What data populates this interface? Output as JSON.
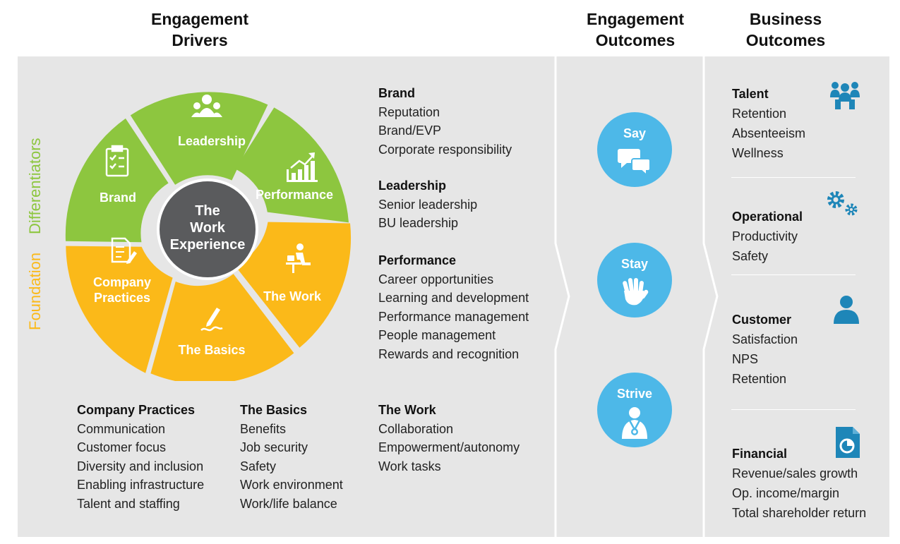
{
  "headers": {
    "drivers": [
      "Engagement",
      "Drivers"
    ],
    "engagement_outcomes": [
      "Engagement",
      "Outcomes"
    ],
    "business_outcomes": [
      "Business",
      "Outcomes"
    ]
  },
  "side_labels": {
    "differentiators": "Differentiators",
    "foundation": "Foundation"
  },
  "wheel": {
    "center": [
      "The",
      "Work",
      "Experience"
    ],
    "segments": {
      "leadership": "Leadership",
      "performance": "Performance",
      "brand": "Brand",
      "the_work": "The Work",
      "the_basics": "The Basics",
      "company_practices": [
        "Company",
        "Practices"
      ]
    },
    "colors": {
      "differentiators": "#8dc63f",
      "foundation": "#fbb919",
      "center": "#5a5b5d"
    }
  },
  "drivers": {
    "brand": {
      "title": "Brand",
      "items": [
        "Reputation",
        "Brand/EVP",
        "Corporate responsibility"
      ]
    },
    "leadership": {
      "title": "Leadership",
      "items": [
        "Senior leadership",
        "BU leadership"
      ]
    },
    "performance": {
      "title": "Performance",
      "items": [
        "Career opportunities",
        "Learning and development",
        "Performance management",
        "People management",
        "Rewards and recognition"
      ]
    },
    "company_practices": {
      "title": "Company Practices",
      "items": [
        "Communication",
        "Customer focus",
        "Diversity and inclusion",
        "Enabling infrastructure",
        "Talent and staffing"
      ]
    },
    "the_basics": {
      "title": "The Basics",
      "items": [
        "Benefits",
        "Job security",
        "Safety",
        "Work environment",
        "Work/life balance"
      ]
    },
    "the_work": {
      "title": "The Work",
      "items": [
        "Collaboration",
        "Empowerment/autonomy",
        "Work tasks"
      ]
    }
  },
  "engagement_outcomes": [
    {
      "label": "Say",
      "icon": "speech-bubbles-icon"
    },
    {
      "label": "Stay",
      "icon": "waving-hand-icon"
    },
    {
      "label": "Strive",
      "icon": "medal-person-icon"
    }
  ],
  "business_outcomes": {
    "talent": {
      "title": "Talent",
      "items": [
        "Retention",
        "Absenteeism",
        "Wellness"
      ],
      "icon": "team-icon"
    },
    "operational": {
      "title": "Operational",
      "items": [
        "Productivity",
        "Safety"
      ],
      "icon": "gears-icon"
    },
    "customer": {
      "title": "Customer",
      "items": [
        "Satisfaction",
        "NPS",
        "Retention"
      ],
      "icon": "person-icon"
    },
    "financial": {
      "title": "Financial",
      "items": [
        "Revenue/sales growth",
        "Op. income/margin",
        "Total shareholder return"
      ],
      "icon": "report-chart-icon"
    }
  },
  "colors": {
    "panel": "#e6e6e6",
    "circle": "#4db8e8",
    "icon_blue": "#1e86b8",
    "green": "#8dc63f",
    "orange": "#fbb919"
  }
}
